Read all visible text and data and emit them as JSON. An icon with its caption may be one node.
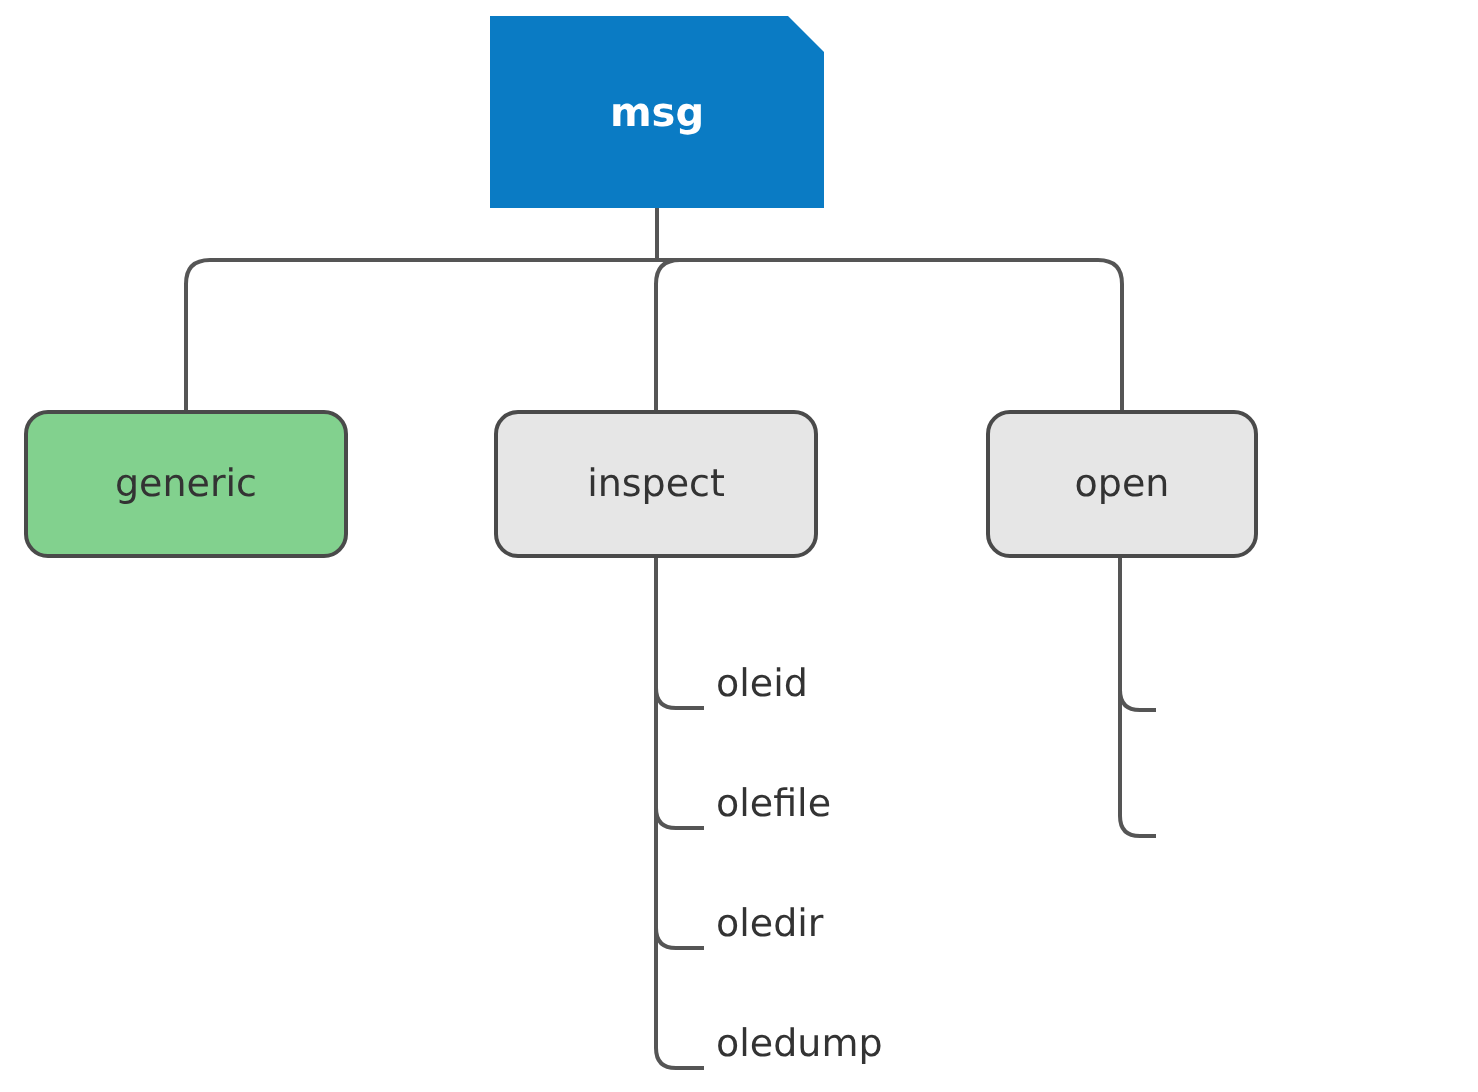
{
  "diagram": {
    "nodes": [
      {
        "text": [
          "msg"
        ]
      },
      {
        "text": [
          "generic"
        ]
      },
      {
        "text": [
          "inspect"
        ]
      },
      {
        "text": [
          "open"
        ]
      },
      {
        "text": [
          "oleid"
        ]
      },
      {
        "text": [
          "olefile"
        ]
      },
      {
        "text": [
          "oledir"
        ]
      },
      {
        "text": [
          "oledump"
        ]
      }
    ],
    "edges": [
      {
        "from": 0,
        "to": 1,
        "arrow": "none"
      },
      {
        "from": 0,
        "to": 2,
        "arrow": "none"
      },
      {
        "from": 0,
        "to": 3,
        "arrow": "none"
      },
      {
        "from": 2,
        "to": 4,
        "arrow": "none"
      },
      {
        "from": 2,
        "to": 5,
        "arrow": "none"
      },
      {
        "from": 2,
        "to": 6,
        "arrow": "none"
      },
      {
        "from": 2,
        "to": 7,
        "arrow": "none"
      }
    ]
  }
}
